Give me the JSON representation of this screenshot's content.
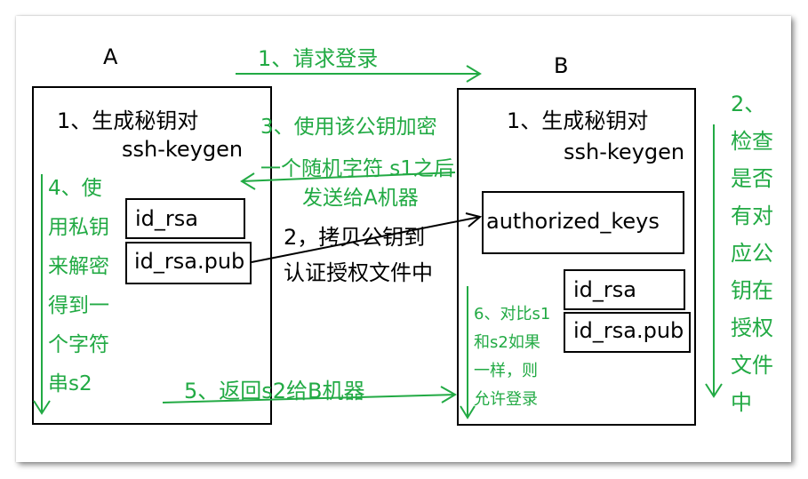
{
  "machine_a": {
    "label": "A",
    "step1_title": "1、生成秘钥对",
    "step1_cmd": "ssh-keygen",
    "private_key": "id_rsa",
    "public_key": "id_rsa.pub",
    "step4": [
      "4、使",
      "用私钥",
      "来解密",
      "得到一",
      "个字符",
      "串s2"
    ]
  },
  "machine_b": {
    "label": "B",
    "step1_title": "1、生成秘钥对",
    "step1_cmd": "ssh-keygen",
    "authorized_keys": "authorized_keys",
    "private_key": "id_rsa",
    "public_key": "id_rsa.pub",
    "step2": [
      "2、",
      "检查",
      "是否",
      "有对",
      "应公",
      "钥在",
      "授权",
      "文件",
      "中"
    ],
    "step6": [
      "6、对比s1",
      "和s2如果",
      "一样，则",
      "允许登录"
    ]
  },
  "arrows": {
    "step1_request": "1、请求登录",
    "step3": [
      "3、使用该公钥加密",
      "一个随机字符 s1之后",
      "发送给A机器"
    ],
    "step2_copy": [
      "2，拷贝公钥到",
      "认证授权文件中"
    ],
    "step5": "5、返回s2给B机器"
  },
  "colors": {
    "green": "#22aa44",
    "black": "#000000"
  }
}
